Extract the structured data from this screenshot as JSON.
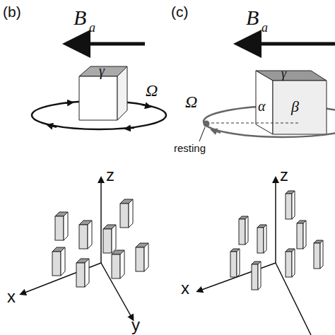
{
  "diagram": {
    "labels": [
      "(b)",
      "B",
      "a",
      "γ",
      "Ω",
      "z",
      "x",
      "y",
      "(c)",
      "B",
      "a",
      "γ",
      "α",
      "β",
      "Ω",
      "resting",
      "z",
      "x"
    ]
  }
}
